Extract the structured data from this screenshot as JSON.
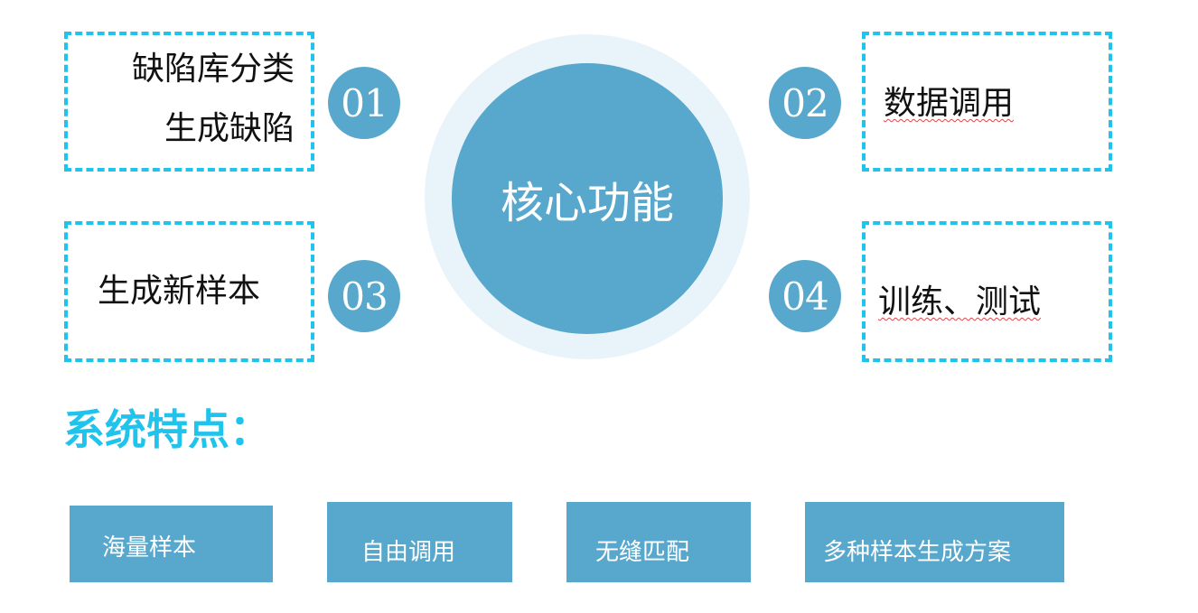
{
  "center": {
    "label": "核心功能"
  },
  "functions": [
    {
      "number": "01",
      "lines": [
        "缺陷库分类",
        "生成缺陷"
      ]
    },
    {
      "number": "02",
      "lines": [
        "数据调用"
      ]
    },
    {
      "number": "03",
      "lines": [
        "生成新样本"
      ]
    },
    {
      "number": "04",
      "lines": [
        "训练、测试"
      ]
    }
  ],
  "features": {
    "title": "系统特点：",
    "items": [
      "海量样本",
      "自由调用",
      "无缝匹配",
      "多种样本生成方案"
    ]
  },
  "colors": {
    "accent": "#1fc3ec",
    "circle_fill": "#57a8cc",
    "halo": "#e9f4fa",
    "spellcheck": "#e0454a"
  }
}
